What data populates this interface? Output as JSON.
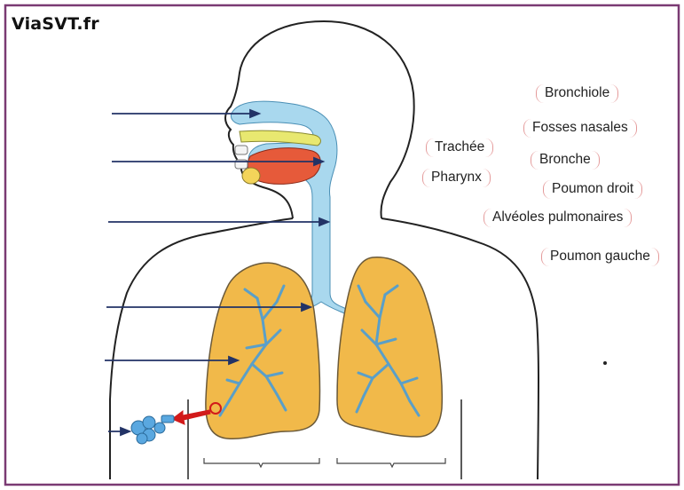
{
  "brand": "ViaSVT.fr",
  "labels": {
    "bronchiole": "Bronchiole",
    "fosses_nasales": "Fosses nasales",
    "trachee": "Trachée",
    "bronche": "Bronche",
    "pharynx": "Pharynx",
    "poumon_droit": "Poumon droit",
    "alveoles": "Alvéoles pulmonaires",
    "poumon_gauche": "Poumon gauche"
  },
  "colors": {
    "frame": "#7a3a73",
    "airway": "#a9d8ee",
    "lung_fill": "#f1b94a",
    "lung_outline": "#6b5a3a",
    "mouth": "#e65a3a",
    "palate": "#e8e870",
    "arrow": "#223366",
    "alveoli": "#5aa8e0",
    "red_arrow": "#d21a1a"
  }
}
